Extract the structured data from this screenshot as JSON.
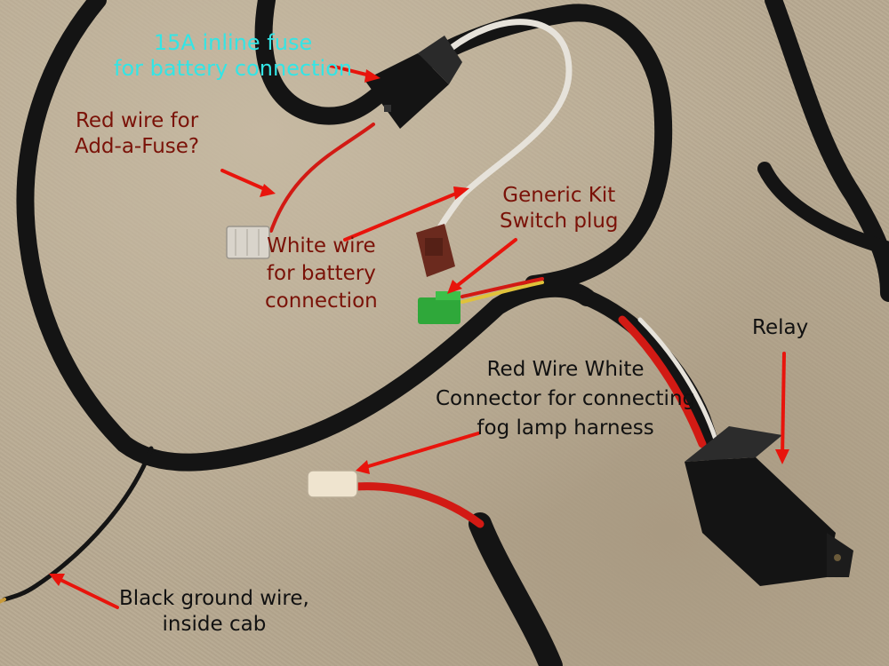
{
  "annotations": {
    "fuse": {
      "lines": [
        "15A inline fuse",
        "for battery connection"
      ],
      "color": "#33e5e5"
    },
    "red_wire": {
      "lines": [
        "Red wire for",
        "Add-a-Fuse?"
      ],
      "color": "#7a1208"
    },
    "generic_kit": {
      "lines": [
        "Generic Kit",
        "Switch plug"
      ],
      "color": "#7a1208"
    },
    "white_wire": {
      "lines": [
        "White wire",
        "for battery",
        "connection"
      ],
      "color": "#7a1208"
    },
    "relay": {
      "lines": [
        "Relay"
      ],
      "color": "#111111"
    },
    "fog_connector": {
      "lines": [
        "Red Wire White",
        "Connector for connecting",
        "fog lamp harness"
      ],
      "color": "#111111"
    },
    "ground": {
      "lines": [
        "Black ground wire,",
        "inside cab"
      ],
      "color": "#111111"
    }
  },
  "colors": {
    "arrow": "#e8140c",
    "harness": "#141414",
    "carpet": "#b8aa92",
    "red_wire": "#d21a14",
    "white_wire": "#e6e2da",
    "green_plug": "#2fa83a",
    "brown_plug": "#6b2a1e"
  }
}
